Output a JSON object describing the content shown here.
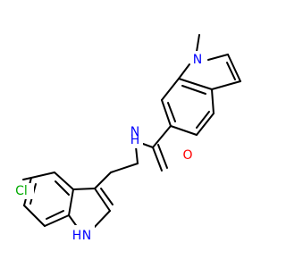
{
  "atoms": {
    "methyl_n": {
      "text": "N",
      "color": "#0000ff"
    },
    "amide_n": {
      "text": "N",
      "color": "#0000ff"
    },
    "amide_h": {
      "text": "H",
      "color": "#0000ff"
    },
    "amide_o": {
      "text": "O",
      "color": "#ff0000"
    },
    "chlorine": {
      "text": "Cl",
      "color": "#00aa00"
    },
    "indole_nh": {
      "text": "H",
      "color": "#0000ff"
    },
    "indole_n": {
      "text": "N",
      "color": "#0000ff"
    }
  },
  "colors": {
    "bond": "#000000",
    "nitrogen": "#0000ff",
    "oxygen": "#ff0000",
    "chlorine": "#00aa00",
    "background": "#ffffff"
  }
}
